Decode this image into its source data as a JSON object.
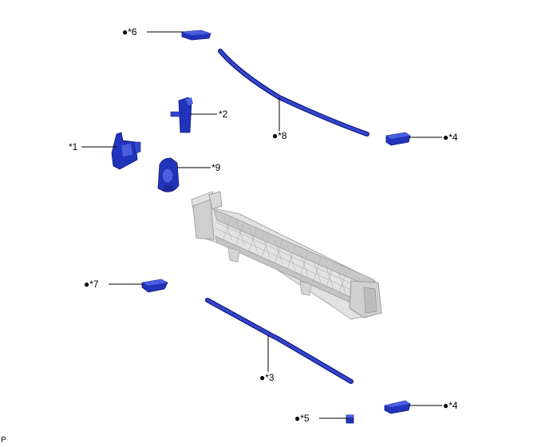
{
  "diagram": {
    "corner_mark": "P",
    "callouts": [
      {
        "id": "c6",
        "label": "*6"
      },
      {
        "id": "c2",
        "label": "*2"
      },
      {
        "id": "c8",
        "label": "*8"
      },
      {
        "id": "c4a",
        "label": "*4"
      },
      {
        "id": "c1",
        "label": "*1"
      },
      {
        "id": "c9",
        "label": "*9"
      },
      {
        "id": "c7",
        "label": "*7"
      },
      {
        "id": "c3",
        "label": "*3"
      },
      {
        "id": "c4b",
        "label": "*4"
      },
      {
        "id": "c5",
        "label": "*5"
      }
    ],
    "colors": {
      "part_blue": "#2233bb",
      "part_blue_light": "#4a5ee0",
      "part_blue_dark": "#101c7a",
      "frame_gray": "#d6d6d6",
      "frame_edge": "#a8a8a8"
    }
  }
}
